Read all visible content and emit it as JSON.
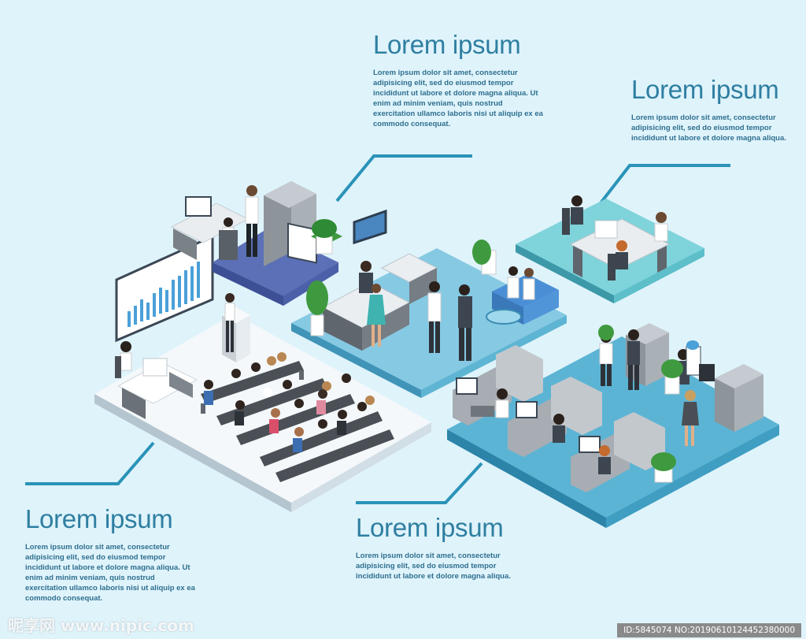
{
  "blocks": [
    {
      "title": "Lorem ipsum",
      "body": "Lorem ipsum dolor sit amet, consectetur adipisicing elit, sed do eiusmod tempor incididunt ut labore et dolore magna aliqua. Ut enim ad minim veniam, quis nostrud exercitation ullamco laboris nisi ut aliquip ex ea commodo consequat."
    },
    {
      "title": "Lorem ipsum",
      "body": "Lorem ipsum dolor sit amet, consectetur adipisicing elit, sed do eiusmod tempor incididunt ut labore et dolore magna aliqua."
    },
    {
      "title": "Lorem ipsum",
      "body": "Lorem ipsum dolor sit amet, consectetur adipisicing elit, sed do eiusmod tempor incididunt ut labore et dolore magna aliqua. Ut enim ad minim veniam, quis nostrud exercitation ullamco laboris nisi ut aliquip ex ea commodo consequat."
    },
    {
      "title": "Lorem ipsum",
      "body": "Lorem ipsum dolor sit amet, consectetur adipisicing elit, sed do eiusmod tempor incididunt ut labore et dolore magna aliqua."
    }
  ],
  "footer": {
    "watermark": "昵享网 www.nipic.com",
    "id_text": "ID:5845074 NO:20190610124452380000"
  },
  "colors": {
    "background": "#dff3fb",
    "accent_line": "#2a93b8",
    "floor_white": "#f4f8fa",
    "floor_teal": "#5cc0cf",
    "floor_blue": "#5b70b6",
    "floor_lightblue": "#86c9e3",
    "furniture_gray": "#9aa1a8"
  }
}
